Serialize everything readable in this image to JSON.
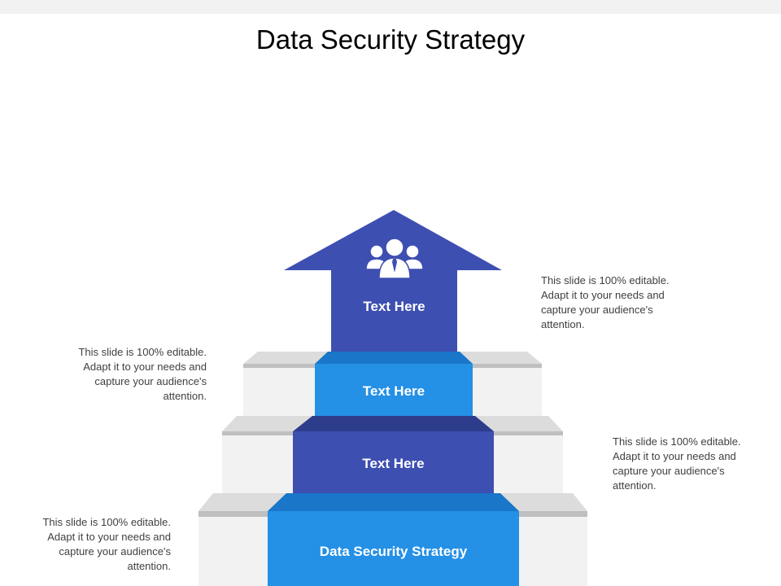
{
  "slide": {
    "title": "Data Security Strategy"
  },
  "diagram": {
    "colors": {
      "dark_blue": "#3e4fb2",
      "bright_blue": "#2490e6",
      "band_bright": "#1976c8",
      "band_dark": "#2e3c8c",
      "step_face": "#f2f2f2",
      "step_top": "#dcdcdc",
      "step_edge": "#bfbfbf"
    },
    "icon": "team-group-icon",
    "steps": [
      {
        "label": "Text Here"
      },
      {
        "label": "Text Here"
      },
      {
        "label": "Text Here"
      },
      {
        "label": "Data Security Strategy"
      }
    ],
    "notes": [
      {
        "text": "This slide is 100% editable. Adapt it to your needs and capture your audience's attention."
      },
      {
        "text": "This slide is 100% editable. Adapt it to your needs and capture your audience's attention."
      },
      {
        "text": "This slide is 100% editable. Adapt it to your needs and capture your audience's attention."
      },
      {
        "text": "This slide is 100% editable. Adapt it to your needs and capture your audience's attention."
      }
    ]
  }
}
